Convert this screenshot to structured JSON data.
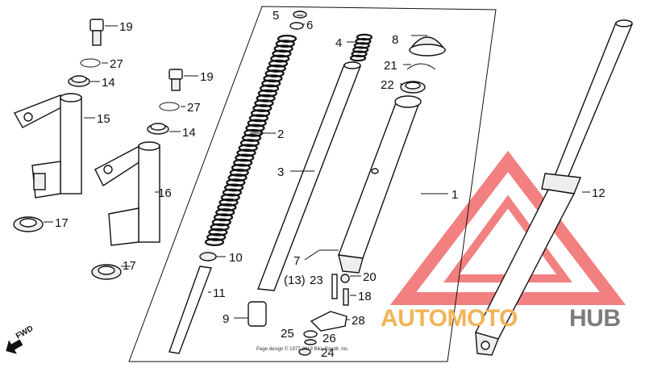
{
  "callouts": {
    "c1": "1",
    "c2": "2",
    "c3": "3",
    "c4": "4",
    "c5": "5",
    "c6": "6",
    "c7": "7",
    "c8": "8",
    "c9": "9",
    "c10": "10",
    "c11": "11",
    "c12": "12",
    "c13": "(13)",
    "c14a": "14",
    "c14b": "14",
    "c15": "15",
    "c16": "16",
    "c17a": "17",
    "c17b": "17",
    "c18": "18",
    "c19a": "19",
    "c19b": "19",
    "c20": "20",
    "c21": "21",
    "c22": "22",
    "c23": "23",
    "c24": "24",
    "c25": "25",
    "c26": "26",
    "c27a": "27",
    "c27b": "27",
    "c28": "28"
  },
  "fwd_label": "FWD",
  "copyright": "Page design © 1977-2019 Bike Bandit. Inc.",
  "watermark": {
    "part1": "AUTOMOTO",
    "part2": "HUB",
    "colors": {
      "triangle": "#f06a6a",
      "orange": "#f2b457",
      "gray": "#7c7c7c"
    }
  }
}
